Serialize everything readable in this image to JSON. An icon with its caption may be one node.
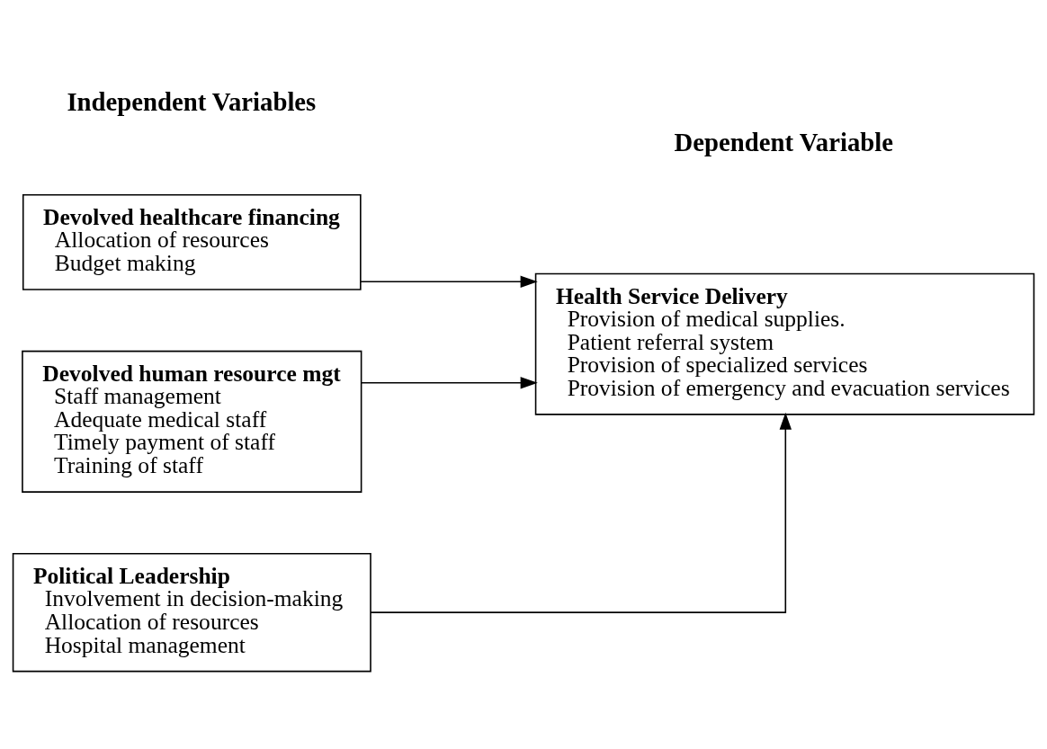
{
  "diagram": {
    "nodes": [
      {
        "text": [
          "Devolved healthcare financing",
          "Allocation of resources",
          "Budget making"
        ]
      },
      {
        "text": [
          "Devolved human resource mgt",
          "Staff management",
          "Adequate medical staff",
          "Timely payment of staff",
          "Training of staff"
        ]
      },
      {
        "text": [
          "Political Leadership",
          "Involvement in decision-making",
          "Allocation of resources",
          "Hospital management"
        ]
      },
      {
        "text": [
          "Health Service Delivery",
          "Provision of medical supplies.",
          "Patient referral system",
          "Provision of specialized services",
          "Provision of emergency and evacuation services"
        ]
      }
    ],
    "edges": [
      {
        "from": 0,
        "to": 3,
        "arrow": "to"
      },
      {
        "from": 1,
        "to": 3,
        "arrow": "to"
      },
      {
        "from": 2,
        "to": 3,
        "arrow": "to"
      }
    ],
    "labels": [
      "Independent Variables",
      "Dependent Variable"
    ]
  }
}
